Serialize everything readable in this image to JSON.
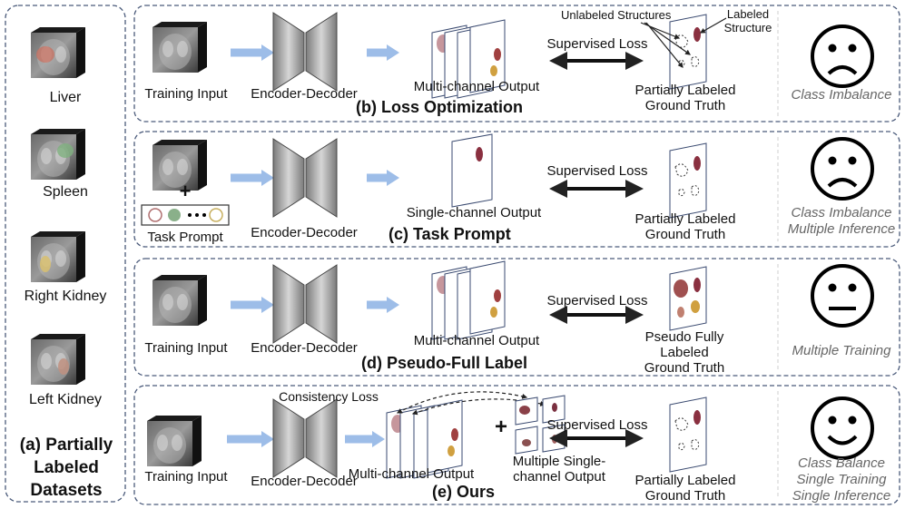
{
  "left_panel": {
    "organs": [
      "Liver",
      "Spleen",
      "Right Kidney",
      "Left Kidney"
    ],
    "title": "(a) Partially Labeled Datasets"
  },
  "common": {
    "training_input": "Training Input",
    "encoder_decoder": "Encoder-Decoder",
    "multi_channel_output": "Multi-channel Output",
    "single_channel_output": "Single-channel Output",
    "supervised_loss": "Supervised Loss",
    "partially_labeled_gt": "Partially Labeled Ground Truth"
  },
  "panel_b": {
    "title": "(b) Loss Optimization",
    "unlabeled_structures": "Unlabeled Structures",
    "labeled_structure": "Labeled Structure",
    "note": "Class Imbalance"
  },
  "panel_c": {
    "title": "(c) Task Prompt",
    "task_prompt": "Task Prompt",
    "plus": "+",
    "note": [
      "Class Imbalance",
      "Multiple Inference"
    ]
  },
  "panel_d": {
    "title": "(d) Pseudo-Full Label",
    "gt": "Pseudo Fully Labeled Ground Truth",
    "note": "Multiple Training"
  },
  "panel_e": {
    "title": "(e) Ours",
    "consistency_loss": "Consistency Loss",
    "plus": "+",
    "multi_single": "Multiple Single-channel Output",
    "note": [
      "Class Balance",
      "Single Training",
      "Single Inference"
    ]
  },
  "colors": {
    "arrow_blue": "#9dbde8",
    "border_dash": "#4a5a7a",
    "gray_note": "#666666",
    "liver": "#a0505a",
    "spleen": "#6e8c6e",
    "kidney": "#c8a050"
  }
}
